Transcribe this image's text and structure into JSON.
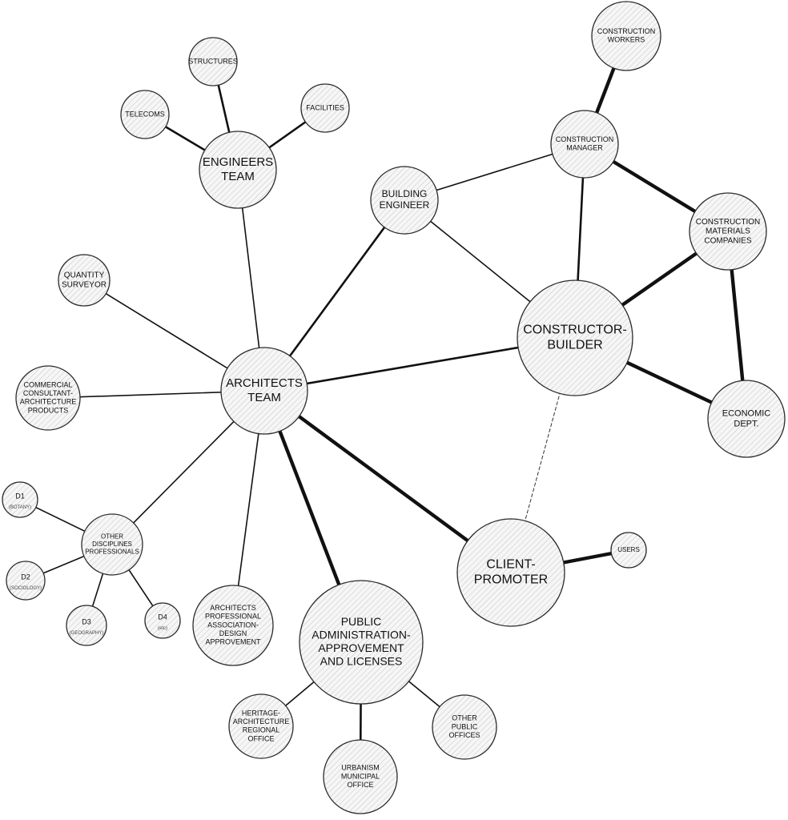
{
  "nodes": {
    "architects_team": {
      "lines": [
        "ARCHITECTS",
        "TEAM"
      ]
    },
    "engineers_team": {
      "lines": [
        "ENGINEERS",
        "TEAM"
      ]
    },
    "structures": {
      "lines": [
        "STRUCTURES"
      ]
    },
    "telecoms": {
      "lines": [
        "TELECOMS"
      ]
    },
    "facilities": {
      "lines": [
        "FACILITIES"
      ]
    },
    "quantity_surveyor": {
      "lines": [
        "QUANTITY",
        "SURVEYOR"
      ]
    },
    "commercial_consultant": {
      "lines": [
        "COMMERCIAL",
        "CONSULTANT-",
        "ARCHITECTURE",
        "PRODUCTS"
      ]
    },
    "other_disciplines": {
      "lines": [
        "OTHER",
        "DISCIPLINES",
        "PROFESSIONALS"
      ]
    },
    "d1": {
      "lines": [
        "D1"
      ],
      "sub": "(BOTANY)"
    },
    "d2": {
      "lines": [
        "D2"
      ],
      "sub": "(SOCIOLOGY)"
    },
    "d3": {
      "lines": [
        "D3"
      ],
      "sub": "(GEOGRAPHY)"
    },
    "d4": {
      "lines": [
        "D4"
      ],
      "sub": "(etc)"
    },
    "architects_association": {
      "lines": [
        "ARCHITECTS",
        "PROFESSIONAL",
        "ASSOCIATION-",
        "DESIGN",
        "APPROVEMENT"
      ]
    },
    "public_administration": {
      "lines": [
        "PUBLIC",
        "ADMINISTRATION-",
        "APPROVEMENT",
        "AND LICENSES"
      ]
    },
    "heritage_office": {
      "lines": [
        "HERITAGE-",
        "ARCHITECTURE",
        "REGIONAL",
        "OFFICE"
      ]
    },
    "urbanism_office": {
      "lines": [
        "URBANISM",
        "MUNICIPAL",
        "OFFICE"
      ]
    },
    "other_public_offices": {
      "lines": [
        "OTHER",
        "PUBLIC",
        "OFFICES"
      ]
    },
    "client_promoter": {
      "lines": [
        "CLIENT-",
        "PROMOTER"
      ]
    },
    "users": {
      "lines": [
        "USERS"
      ]
    },
    "constructor_builder": {
      "lines": [
        "CONSTRUCTOR-",
        "BUILDER"
      ]
    },
    "building_engineer": {
      "lines": [
        "BUILDING",
        "ENGINEER"
      ]
    },
    "construction_manager": {
      "lines": [
        "CONSTRUCTION",
        "MANAGER"
      ]
    },
    "construction_workers": {
      "lines": [
        "CONSTRUCTION",
        "WORKERS"
      ]
    },
    "construction_materials": {
      "lines": [
        "CONSTRUCTION",
        "MATERIALS",
        "COMPANIES"
      ]
    },
    "economic_dept": {
      "lines": [
        "ECONOMIC",
        "DEPT."
      ]
    }
  },
  "edges": [
    {
      "from": "architects_team",
      "to": "engineers_team",
      "weight": "thin"
    },
    {
      "from": "engineers_team",
      "to": "structures",
      "weight": "med"
    },
    {
      "from": "engineers_team",
      "to": "telecoms",
      "weight": "med"
    },
    {
      "from": "engineers_team",
      "to": "facilities",
      "weight": "med"
    },
    {
      "from": "architects_team",
      "to": "quantity_surveyor",
      "weight": "thin"
    },
    {
      "from": "architects_team",
      "to": "commercial_consultant",
      "weight": "thin"
    },
    {
      "from": "architects_team",
      "to": "other_disciplines",
      "weight": "thin"
    },
    {
      "from": "other_disciplines",
      "to": "d1",
      "weight": "thin"
    },
    {
      "from": "other_disciplines",
      "to": "d2",
      "weight": "thin"
    },
    {
      "from": "other_disciplines",
      "to": "d3",
      "weight": "thin"
    },
    {
      "from": "other_disciplines",
      "to": "d4",
      "weight": "thin"
    },
    {
      "from": "architects_team",
      "to": "architects_association",
      "weight": "thin"
    },
    {
      "from": "architects_team",
      "to": "public_administration",
      "weight": "thick"
    },
    {
      "from": "architects_team",
      "to": "client_promoter",
      "weight": "thick"
    },
    {
      "from": "architects_team",
      "to": "constructor_builder",
      "weight": "med"
    },
    {
      "from": "architects_team",
      "to": "building_engineer",
      "weight": "med"
    },
    {
      "from": "public_administration",
      "to": "heritage_office",
      "weight": "thin"
    },
    {
      "from": "public_administration",
      "to": "urbanism_office",
      "weight": "med"
    },
    {
      "from": "public_administration",
      "to": "other_public_offices",
      "weight": "thin"
    },
    {
      "from": "client_promoter",
      "to": "users",
      "weight": "thick"
    },
    {
      "from": "client_promoter",
      "to": "constructor_builder",
      "weight": "dashed"
    },
    {
      "from": "building_engineer",
      "to": "constructor_builder",
      "weight": "thin"
    },
    {
      "from": "building_engineer",
      "to": "construction_manager",
      "weight": "thin"
    },
    {
      "from": "construction_manager",
      "to": "construction_workers",
      "weight": "thick"
    },
    {
      "from": "construction_manager",
      "to": "constructor_builder",
      "weight": "med"
    },
    {
      "from": "construction_manager",
      "to": "construction_materials",
      "weight": "thick"
    },
    {
      "from": "construction_materials",
      "to": "constructor_builder",
      "weight": "thick"
    },
    {
      "from": "construction_materials",
      "to": "economic_dept",
      "weight": "thick"
    },
    {
      "from": "constructor_builder",
      "to": "economic_dept",
      "weight": "thick"
    }
  ]
}
